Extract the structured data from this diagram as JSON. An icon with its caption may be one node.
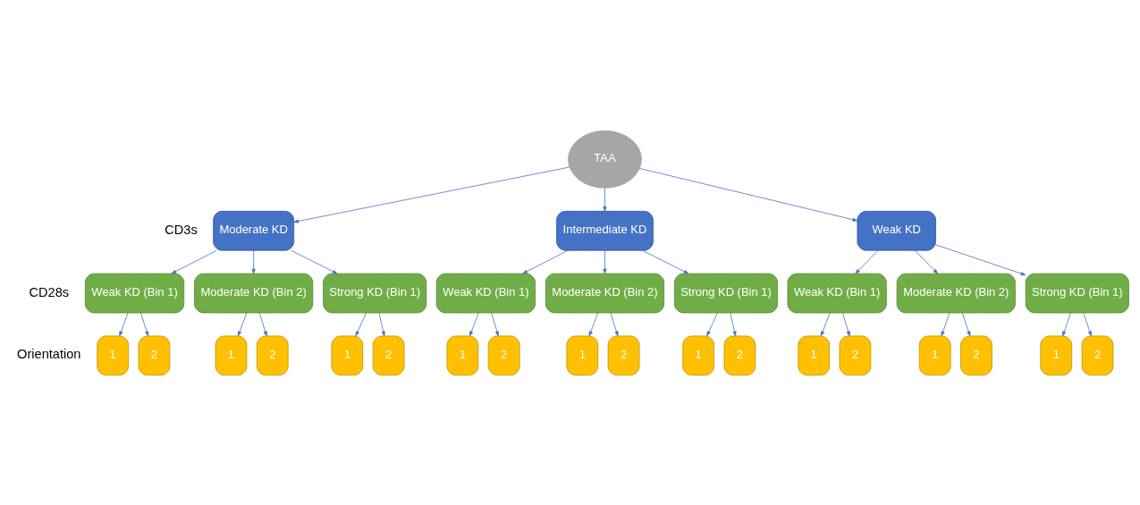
{
  "diagram": {
    "nodes": [
      {
        "text": [
          "TAA"
        ]
      },
      {
        "text": [
          "Moderate KD"
        ]
      },
      {
        "text": [
          "Intermediate KD"
        ]
      },
      {
        "text": [
          "Weak KD"
        ]
      },
      {
        "text": [
          "Weak KD (Bin 1)"
        ]
      },
      {
        "text": [
          "Moderate KD (Bin 2)"
        ]
      },
      {
        "text": [
          "Strong KD (Bin 1)"
        ]
      },
      {
        "text": [
          "Weak KD (Bin 1)"
        ]
      },
      {
        "text": [
          "Moderate KD (Bin 2)"
        ]
      },
      {
        "text": [
          "Strong KD (Bin 1)"
        ]
      },
      {
        "text": [
          "Weak KD (Bin 1)"
        ]
      },
      {
        "text": [
          "Moderate KD (Bin 2)"
        ]
      },
      {
        "text": [
          "Strong KD (Bin 1)"
        ]
      },
      {
        "text": [
          "1"
        ]
      },
      {
        "text": [
          "2"
        ]
      },
      {
        "text": [
          "1"
        ]
      },
      {
        "text": [
          "2"
        ]
      },
      {
        "text": [
          "1"
        ]
      },
      {
        "text": [
          "2"
        ]
      },
      {
        "text": [
          "1"
        ]
      },
      {
        "text": [
          "2"
        ]
      },
      {
        "text": [
          "1"
        ]
      },
      {
        "text": [
          "2"
        ]
      },
      {
        "text": [
          "1"
        ]
      },
      {
        "text": [
          "2"
        ]
      },
      {
        "text": [
          "1"
        ]
      },
      {
        "text": [
          "2"
        ]
      },
      {
        "text": [
          "1"
        ]
      },
      {
        "text": [
          "2"
        ]
      },
      {
        "text": [
          "1"
        ]
      },
      {
        "text": [
          "2"
        ]
      }
    ],
    "edges": [
      {
        "from": 0,
        "to": 1,
        "arrow": "to"
      },
      {
        "from": 0,
        "to": 2,
        "arrow": "to"
      },
      {
        "from": 0,
        "to": 3,
        "arrow": "to"
      },
      {
        "from": 1,
        "to": 4,
        "arrow": "to"
      },
      {
        "from": 1,
        "to": 5,
        "arrow": "to"
      },
      {
        "from": 1,
        "to": 6,
        "arrow": "to"
      },
      {
        "from": 2,
        "to": 7,
        "arrow": "to"
      },
      {
        "from": 2,
        "to": 8,
        "arrow": "to"
      },
      {
        "from": 2,
        "to": 9,
        "arrow": "to"
      },
      {
        "from": 3,
        "to": 10,
        "arrow": "to"
      },
      {
        "from": 3,
        "to": 11,
        "arrow": "to"
      },
      {
        "from": 3,
        "to": 12,
        "arrow": "to"
      },
      {
        "from": 4,
        "to": 13,
        "arrow": "to"
      },
      {
        "from": 4,
        "to": 14,
        "arrow": "to"
      },
      {
        "from": 5,
        "to": 15,
        "arrow": "to"
      },
      {
        "from": 5,
        "to": 16,
        "arrow": "to"
      },
      {
        "from": 6,
        "to": 17,
        "arrow": "to"
      },
      {
        "from": 6,
        "to": 18,
        "arrow": "to"
      },
      {
        "from": 7,
        "to": 19,
        "arrow": "to"
      },
      {
        "from": 7,
        "to": 20,
        "arrow": "to"
      },
      {
        "from": 8,
        "to": 21,
        "arrow": "to"
      },
      {
        "from": 8,
        "to": 22,
        "arrow": "to"
      },
      {
        "from": 9,
        "to": 23,
        "arrow": "to"
      },
      {
        "from": 9,
        "to": 24,
        "arrow": "to"
      },
      {
        "from": 10,
        "to": 25,
        "arrow": "to"
      },
      {
        "from": 10,
        "to": 26,
        "arrow": "to"
      },
      {
        "from": 11,
        "to": 27,
        "arrow": "to"
      },
      {
        "from": 11,
        "to": 28,
        "arrow": "to"
      },
      {
        "from": 12,
        "to": 29,
        "arrow": "to"
      },
      {
        "from": 12,
        "to": 30,
        "arrow": "to"
      }
    ],
    "labels": [
      "CD3s",
      "CD28s",
      "Orientation"
    ]
  }
}
